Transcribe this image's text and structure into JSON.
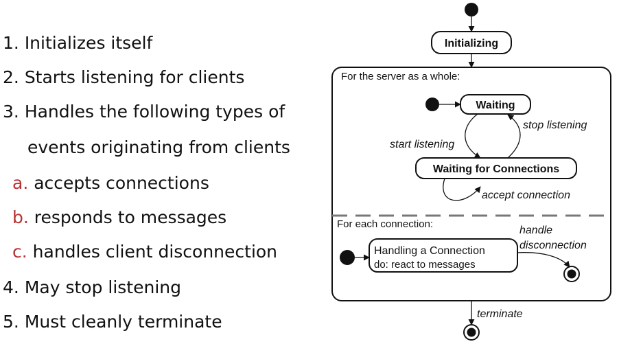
{
  "list": {
    "items": [
      {
        "marker": "1.",
        "text": "Initializes itself"
      },
      {
        "marker": "2.",
        "text": "Starts listening for clients"
      },
      {
        "marker": "3.",
        "text": "Handles the following types of"
      },
      {
        "marker": "",
        "text": "events originating from clients"
      },
      {
        "marker": "a.",
        "text": "accepts connections"
      },
      {
        "marker": "b.",
        "text": "responds to messages"
      },
      {
        "marker": "c.",
        "text": "handles client disconnection"
      },
      {
        "marker": "4.",
        "text": "May stop listening"
      },
      {
        "marker": "5.",
        "text": "Must cleanly terminate"
      }
    ],
    "sub_marker_color": "#b83232"
  },
  "diagram": {
    "states": {
      "initializing": "Initializing",
      "waiting": "Waiting",
      "waiting_connections": "Waiting for Connections",
      "handling_line1": "Handling a Connection",
      "handling_line2": "do: react to messages"
    },
    "regions": {
      "server": "For the server as a whole:",
      "connection": "For each connection:"
    },
    "transitions": {
      "start_listening": "start listening",
      "stop_listening": "stop listening",
      "accept_connection": "accept connection",
      "handle_line1": "handle",
      "handle_line2": "disconnection",
      "terminate": "terminate"
    }
  }
}
